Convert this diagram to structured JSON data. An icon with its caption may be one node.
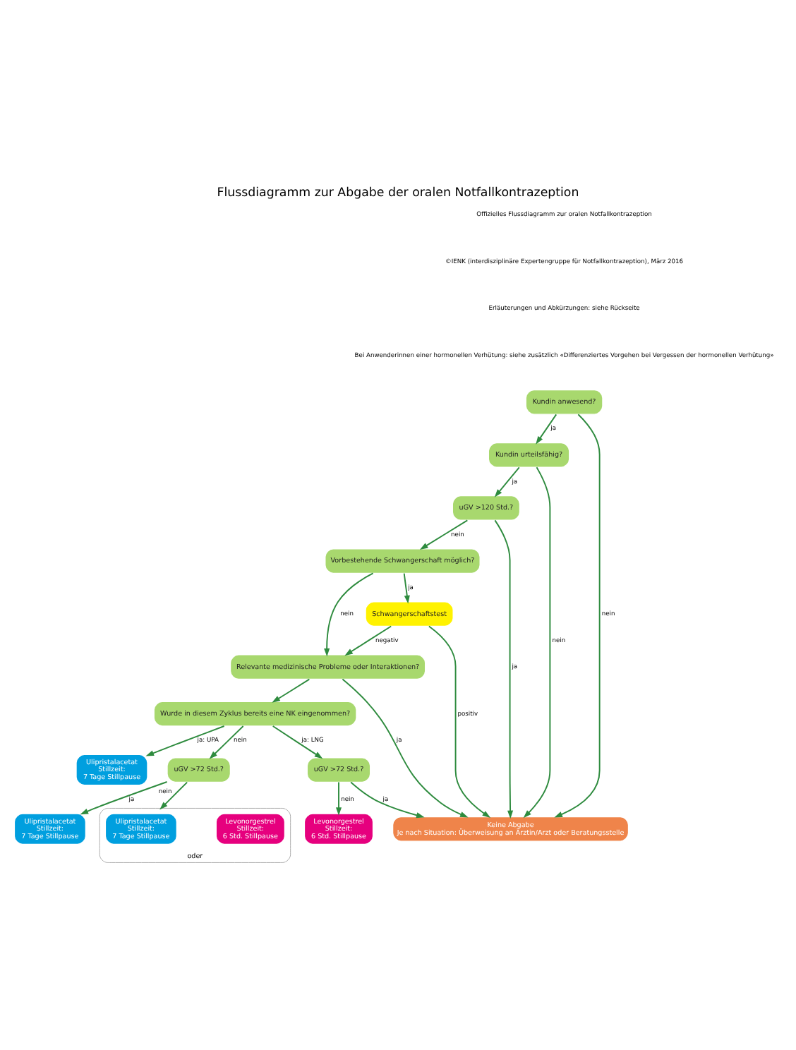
{
  "diagram": {
    "title": "Flussdiagramm zur Abgabe der oralen Notfallkontrazeption",
    "nodes": [
      {
        "text": [
          "Kundin anwesend?"
        ]
      },
      {
        "text": [
          "Kundin urteilsfähig?"
        ]
      },
      {
        "text": [
          "uGV >120 Std.?"
        ]
      },
      {
        "text": [
          "Vorbestehende Schwangerschaft möglich?"
        ]
      },
      {
        "text": [
          "Schwangerschaftstest"
        ]
      },
      {
        "text": [
          "Relevante medizinische Probleme oder Interaktionen?"
        ]
      },
      {
        "text": [
          "Wurde in diesem Zyklus bereits eine NK eingenommen?"
        ]
      },
      {
        "text": [
          "Ulipristalacetat",
          "Stillzeit:",
          "7 Tage Stillpause"
        ]
      },
      {
        "text": [
          "uGV >72 Std.?"
        ]
      },
      {
        "text": [
          "Levonorgestrel",
          "Stillzeit:",
          "6 Std. Stillpause"
        ]
      },
      {
        "text": [
          "uGV >72 Std.?"
        ]
      },
      {
        "text": [
          "oder"
        ]
      },
      {
        "text": [
          "Ulipristalacetat",
          "Stillzeit:",
          "7 Tage Stillpause"
        ],
        "in": 11
      },
      {
        "text": [
          "Levonorgestrel",
          "Stillzeit:",
          "6 Std. Stillpause"
        ],
        "in": 11
      },
      {
        "text": [
          "Ulipristalacetat",
          "Stillzeit:",
          "7 Tage Stillpause"
        ]
      },
      {
        "text": [
          "Keine Abgabe",
          "Je nach Situation: Überweisung an Ärztin/Arzt oder Beratungsstelle"
        ]
      }
    ],
    "edges": [
      {
        "from": 0,
        "to": 15,
        "arrow": "to",
        "label": "nein"
      },
      {
        "from": 0,
        "to": 1,
        "arrow": "to",
        "label": "ja"
      },
      {
        "from": 1,
        "to": 15,
        "arrow": "to",
        "label": "nein"
      },
      {
        "from": 1,
        "to": 2,
        "arrow": "to",
        "label": "ja"
      },
      {
        "from": 2,
        "to": 15,
        "arrow": "to",
        "label": "ja"
      },
      {
        "from": 2,
        "to": 3,
        "arrow": "to",
        "label": "nein"
      },
      {
        "from": 3,
        "to": 4,
        "arrow": "to",
        "label": "ja"
      },
      {
        "from": 4,
        "to": 15,
        "arrow": "to",
        "label": "positiv"
      },
      {
        "from": 4,
        "to": 5,
        "arrow": "to",
        "label": "negativ"
      },
      {
        "from": 3,
        "to": 5,
        "arrow": "to",
        "label": "nein"
      },
      {
        "from": 5,
        "to": 15,
        "arrow": "to",
        "label": "ja"
      },
      {
        "from": 5,
        "to": 6,
        "arrow": "to"
      },
      {
        "from": 6,
        "to": 7,
        "arrow": "to",
        "label": "ja: UPA"
      },
      {
        "from": 6,
        "to": 8,
        "arrow": "to",
        "label": "ja: LNG"
      },
      {
        "from": 6,
        "to": 10,
        "arrow": "to",
        "label": "nein"
      },
      {
        "from": 8,
        "to": 15,
        "arrow": "to",
        "label": "ja"
      },
      {
        "from": 8,
        "to": 9,
        "arrow": "to",
        "label": "nein"
      },
      {
        "from": 10,
        "to": 11,
        "arrow": "to",
        "label": "nein"
      },
      {
        "from": 10,
        "to": 14,
        "arrow": "to",
        "label": "ja"
      }
    ],
    "labels": [
      "Offizielles Flussdiagramm zur oralen Notfallkontrazeption",
      "©IENK (interdisziplinäre Expertengruppe für Notfallkontrazeption), März 2016",
      "Erläuterungen und Abkürzungen: siehe Rückseite",
      "Bei Anwenderinnen einer hormonellen Verhütung: siehe zusätzlich «Differenziertes Vorgehen bei Vergessen der hormonellen Verhütung»"
    ]
  }
}
